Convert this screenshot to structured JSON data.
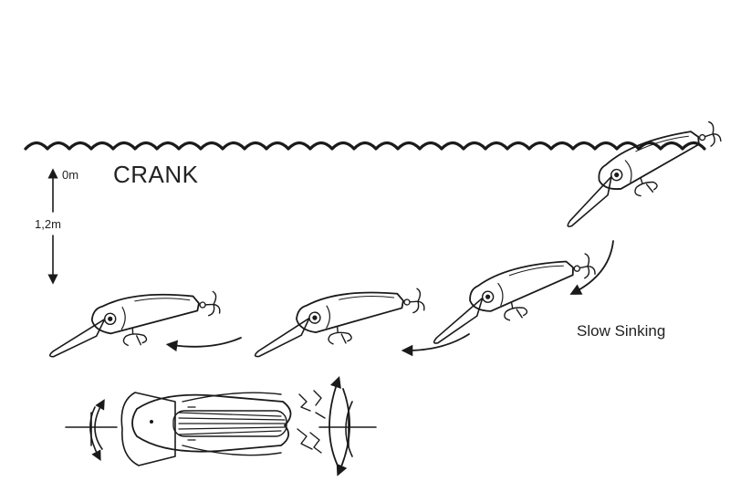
{
  "diagram": {
    "title": "CRANK",
    "depth_top": "0m",
    "depth_bottom": "1,2m",
    "action_label": "Slow Sinking"
  },
  "colors": {
    "ink": "#1a1a1a",
    "background": "#ffffff"
  }
}
